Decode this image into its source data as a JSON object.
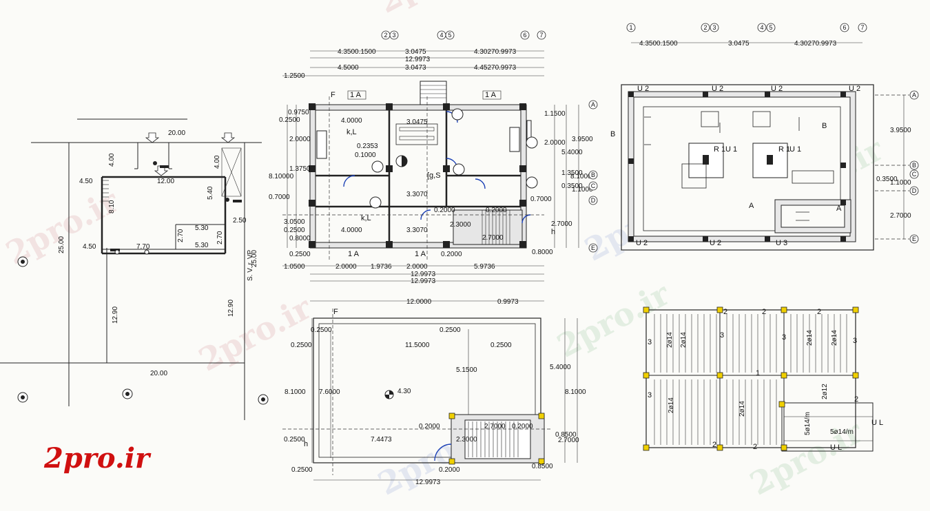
{
  "brand": {
    "text": "2pro.ir"
  },
  "watermarks": [
    "2pro.ir",
    "2pro.ir",
    "2pro.ir",
    "2pro.ir",
    "2pro.ir",
    "2pro.ir",
    "2pro.ir",
    "2pro.ir"
  ],
  "site_plan": {
    "dims": [
      "20.00",
      "4.00",
      "4.00",
      "4.50",
      "12.00",
      "5.40",
      "8.10",
      "2.50",
      "5.30",
      "2.70",
      "5.30",
      "2.70",
      "4.50",
      "7.70",
      "25.00",
      "12.90",
      "12.90",
      "20.00",
      "25.00"
    ],
    "street_label": "S. V. r. VP"
  },
  "ground_plan": {
    "top_dims": [
      "4.3500.1500",
      "3.0475",
      "4.30270.9973",
      "12.9973",
      "4.5000",
      "3.0473",
      "4.45270.9973",
      "1.2500"
    ],
    "grid_top": [
      "2",
      "3",
      "4",
      "5",
      "6",
      "7"
    ],
    "grid_side": [
      "A",
      "B",
      "C",
      "D",
      "E"
    ],
    "left_dims": [
      "0.9750",
      "0.2500",
      "2.0000",
      "1.3750",
      "8.10000",
      "0.7000",
      "3.0500",
      "0.2500",
      "0.8000"
    ],
    "right_dims": [
      "1.1500",
      "2.0000",
      "5.4000",
      "3.9500",
      "1.3500",
      "8.1000",
      "0.3500",
      "1.1000",
      "0.7000",
      "2.7000"
    ],
    "room_labels": [
      "k,L",
      "[g,S",
      "k,L",
      "1 A",
      "1 A",
      "1 A",
      "1 A",
      "F",
      "h"
    ],
    "inner_dims": [
      "4.0000",
      "3.0475",
      "0.2353",
      "0.1000",
      "3.3070",
      "4.0000",
      "3.3070",
      "2.3000",
      "2.7000",
      "0.2000",
      "0.2000"
    ],
    "bottom_dims": [
      "1.0500",
      "2.0000",
      "1.9736",
      "2.0000",
      "5.9736",
      "12.9973",
      "12.9973",
      "0.2500",
      "0.2000",
      "0.8000"
    ]
  },
  "roof_plan": {
    "dims": [
      "12.0000",
      "0.9973",
      "0.2500",
      "0.2500",
      "0.2500",
      "11.5000",
      "0.2500",
      "5.1500",
      "8.1000",
      "7.6000",
      "4.30",
      "0.2000",
      "2.7000",
      "0.2000",
      "2.3000",
      "7.4473",
      "0.2500",
      "0.2500",
      "0.2000",
      "0.8500",
      "12.9973",
      "5.4000",
      "8.1000",
      "0.8500",
      "2.7000"
    ],
    "labels": [
      "F",
      "h"
    ]
  },
  "foundation_plan": {
    "grid_top": [
      "1",
      "2",
      "3",
      "4",
      "5",
      "6",
      "7"
    ],
    "grid_side": [
      "A",
      "B",
      "C",
      "D",
      "E"
    ],
    "top_dims": [
      "4.3500.1500",
      "3.0475",
      "4.30270.9973"
    ],
    "right_dims": [
      "3.9500",
      "1.1000",
      "0.3500",
      "2.7000"
    ],
    "beam_labels": [
      "U 2",
      "U 2",
      "U 2",
      "U 2",
      "U 2",
      "U 2",
      "U 3",
      "U 1",
      "U 1",
      "R 1",
      "R 1",
      "B",
      "B",
      "A",
      "A"
    ]
  },
  "slab_plan": {
    "labels": [
      "2",
      "2",
      "2",
      "1",
      "2",
      "2",
      "2",
      "3",
      "3",
      "3",
      "3",
      "3"
    ],
    "rebar": [
      "2ø14",
      "2ø14",
      "2ø14",
      "2ø14",
      "2ø14",
      "2ø14",
      "2ø12",
      "5ø14/m",
      "5ø14/m"
    ],
    "ul": [
      "U L",
      "U L"
    ]
  }
}
